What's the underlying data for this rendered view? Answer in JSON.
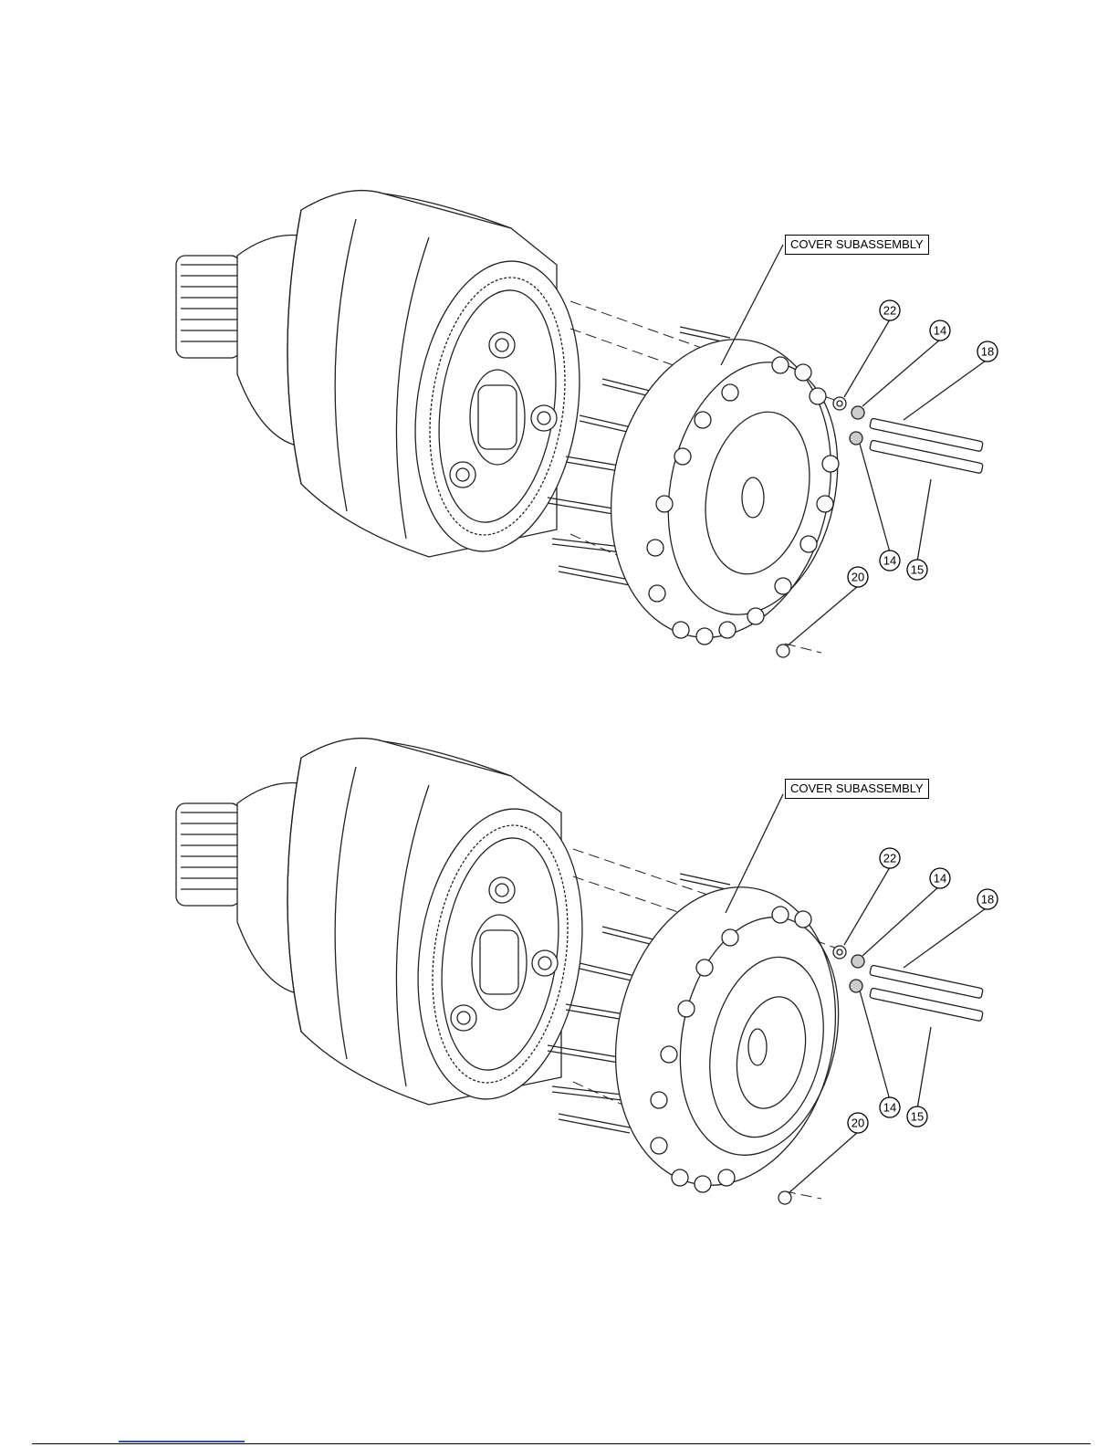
{
  "diagrams": [
    {
      "id": "top",
      "callout_label": "COVER SUBASSEMBLY",
      "balloons": [
        "22",
        "14",
        "18",
        "14",
        "15",
        "20"
      ]
    },
    {
      "id": "bottom",
      "callout_label": "COVER SUBASSEMBLY",
      "balloons": [
        "22",
        "14",
        "18",
        "14",
        "15",
        "20"
      ]
    }
  ]
}
